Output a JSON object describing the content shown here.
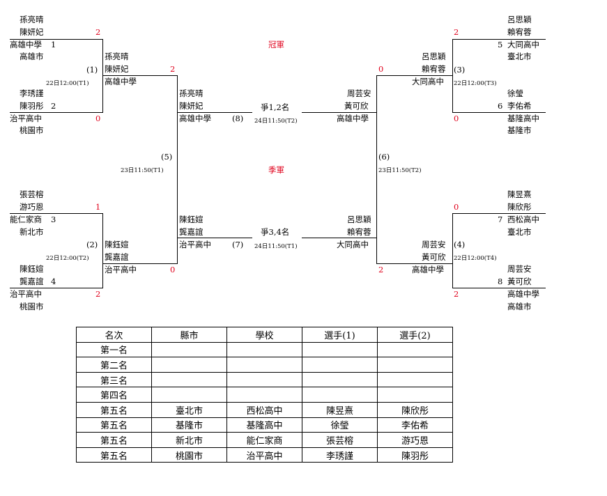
{
  "bracket": {
    "champion_label": "冠軍",
    "third_label": "季軍",
    "p1": {
      "n1": "孫亮晴",
      "n2": "陳妍妃",
      "school": "高雄中學",
      "seed": "1",
      "city": "高雄市"
    },
    "p2": {
      "n1": "李琇謹",
      "n2": "陳羽彤",
      "seed": "2",
      "school": "治平高中",
      "city": "桃園市"
    },
    "p3": {
      "n1": "張芸榕",
      "n2": "游巧恩",
      "school": "能仁家商",
      "seed": "3",
      "city": "新北市"
    },
    "p4": {
      "n1": "陳鈺媗",
      "n2": "龔嘉誼",
      "seed": "4",
      "school": "治平高中",
      "city": "桃園市"
    },
    "p5": {
      "n1": "呂思穎",
      "n2": "賴宥蓉",
      "seed": "5",
      "school": "大同高中",
      "city": "臺北市"
    },
    "p6": {
      "n1": "徐瑩",
      "seed": "6",
      "n2": "李佑希",
      "school": "基隆高中",
      "city": "基隆市"
    },
    "p7": {
      "n1": "陳昱熹",
      "n2": "陳欣彤",
      "seed": "7",
      "school": "西松高中",
      "city": "臺北市"
    },
    "p8": {
      "n1": "周芸安",
      "seed": "8",
      "n2": "黃可欣",
      "school": "高雄中學",
      "city": "高雄市"
    },
    "m1": {
      "label": "(1)",
      "time": "22日12:00(T1)",
      "score_top": "2",
      "score_bot": "0",
      "winner": {
        "n1": "孫亮晴",
        "n2": "陳妍妃",
        "school": "高雄中學"
      }
    },
    "m2": {
      "label": "(2)",
      "time": "22日12:00(T2)",
      "score_top": "1",
      "score_bot": "2",
      "winner": {
        "n1": "陳鈺媗",
        "n2": "龔嘉誼",
        "school": "治平高中"
      }
    },
    "m3": {
      "label": "(3)",
      "time": "22日12:00(T3)",
      "score_top": "2",
      "score_bot": "0",
      "winner": {
        "n1": "呂思穎",
        "n2": "賴宥蓉",
        "school": "大同高中"
      }
    },
    "m4": {
      "label": "(4)",
      "time": "22日12:00(T4)",
      "score_top": "0",
      "score_bot": "2",
      "winner": {
        "n1": "周芸安",
        "n2": "黃可欣",
        "school": "高雄中學"
      }
    },
    "m5": {
      "label": "(5)",
      "time": "23日11:50(T1)",
      "score_top": "2",
      "score_bot": "0",
      "winner": {
        "n1": "孫亮晴",
        "n2": "陳妍妃",
        "school": "高雄中學"
      },
      "loser": {
        "n1": "陳鈺媗",
        "n2": "龔嘉誼",
        "school": "治平高中"
      }
    },
    "m6": {
      "label": "(6)",
      "time": "23日11:50(T2)",
      "score_top": "0",
      "score_bot": "2",
      "winner": {
        "n1": "周芸安",
        "n2": "黃可欣",
        "school": "高雄中學"
      },
      "loser": {
        "n1": "呂思穎",
        "n2": "賴宥蓉",
        "school": "大同高中"
      }
    },
    "m8": {
      "label": "(8)",
      "title": "爭1,2名",
      "time": "24日11:50(T2)"
    },
    "m7": {
      "label": "(7)",
      "title": "爭3,4名",
      "time": "24日11:50(T1)"
    }
  },
  "ranking": {
    "headers": [
      "名次",
      "縣市",
      "學校",
      "選手(1)",
      "選手(2)"
    ],
    "rows": [
      [
        "第一名",
        "",
        "",
        "",
        ""
      ],
      [
        "第二名",
        "",
        "",
        "",
        ""
      ],
      [
        "第三名",
        "",
        "",
        "",
        ""
      ],
      [
        "第四名",
        "",
        "",
        "",
        ""
      ],
      [
        "第五名",
        "臺北市",
        "西松高中",
        "陳昱熹",
        "陳欣彤"
      ],
      [
        "第五名",
        "基隆市",
        "基隆高中",
        "徐瑩",
        "李佑希"
      ],
      [
        "第五名",
        "新北市",
        "能仁家商",
        "張芸榕",
        "游巧恩"
      ],
      [
        "第五名",
        "桃園市",
        "治平高中",
        "李琇謹",
        "陳羽彤"
      ]
    ]
  }
}
